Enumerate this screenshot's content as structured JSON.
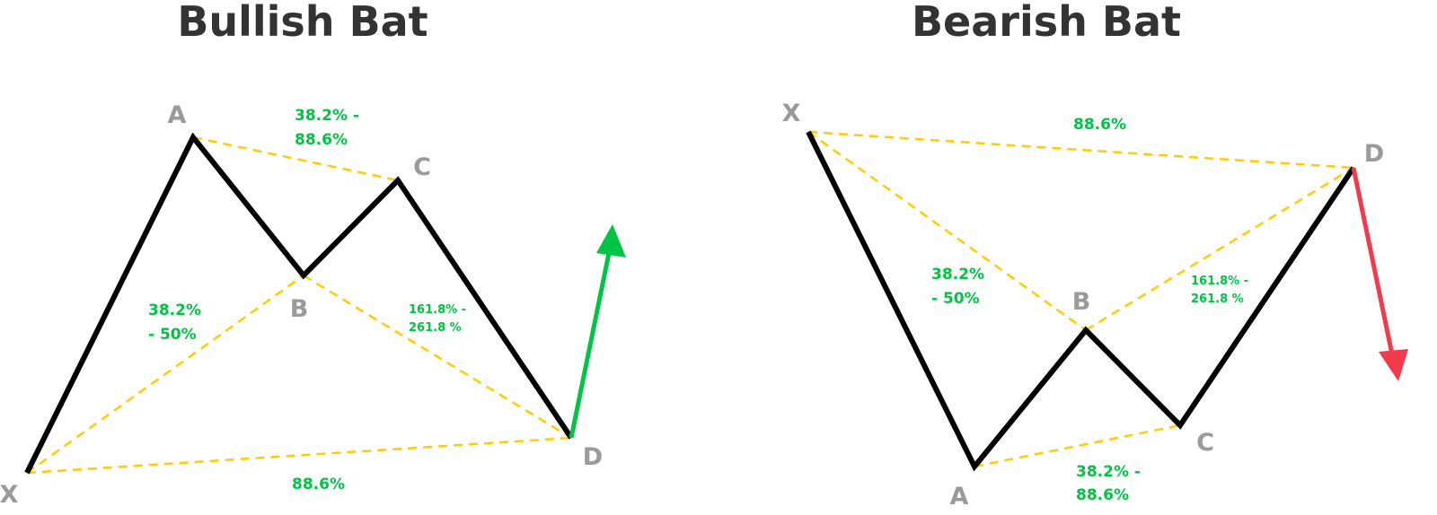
{
  "colors": {
    "bull_arrow": "#00c443",
    "bear_arrow": "#f23a4d",
    "dashed": "#ffcc00",
    "legs": "#000000",
    "labels": "#9a9a9a",
    "ratios": "#00c443"
  },
  "bullish": {
    "title": "Bullish Bat",
    "points": {
      "X": "X",
      "A": "A",
      "B": "B",
      "C": "C",
      "D": "D"
    },
    "ratios": {
      "bc": [
        "38.2% -",
        "88.6%"
      ],
      "ab": [
        "38.2%",
        "- 50%"
      ],
      "cd": [
        "161.8% -",
        "261.8 %"
      ],
      "xd": "88.6%"
    }
  },
  "bearish": {
    "title": "Bearish Bat",
    "points": {
      "X": "X",
      "A": "A",
      "B": "B",
      "C": "C",
      "D": "D"
    },
    "ratios": {
      "xd": "88.6%",
      "ab": [
        "38.2%",
        "- 50%"
      ],
      "cd": [
        "161.8% -",
        "261.8 %"
      ],
      "bc": [
        "38.2% -",
        "88.6%"
      ]
    }
  }
}
